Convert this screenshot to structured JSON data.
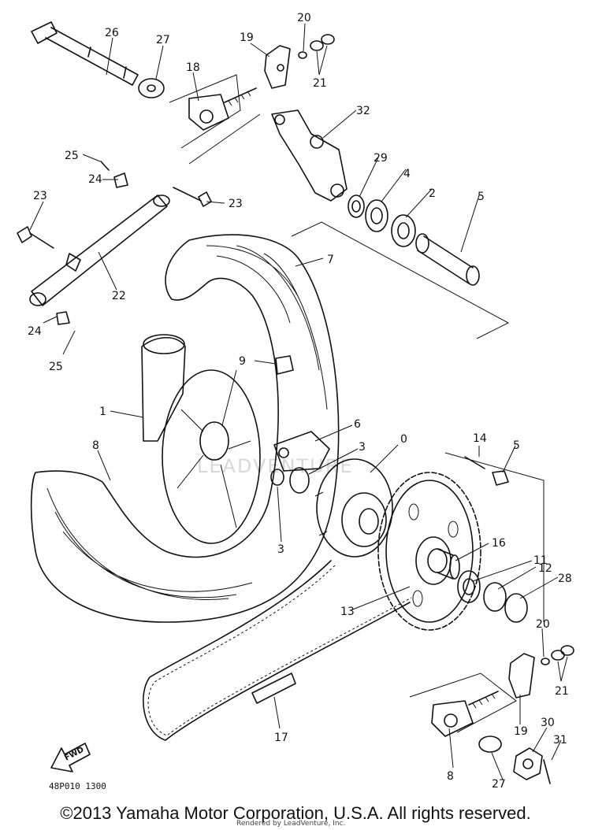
{
  "diagram": {
    "labels": {
      "p0": "0",
      "p1": "1",
      "p2": "2",
      "p3a": "3",
      "p3b": "3",
      "p4": "4",
      "p5a": "5",
      "p5b": "5",
      "p6": "6",
      "p7": "7",
      "p8a": "8",
      "p8b": "8",
      "p9": "9",
      "p11": "11",
      "p12": "12",
      "p13": "13",
      "p14": "14",
      "p16": "16",
      "p17": "17",
      "p18": "18",
      "p19a": "19",
      "p19b": "19",
      "p20a": "20",
      "p20b": "20",
      "p21a": "21",
      "p21b": "21",
      "p22": "22",
      "p23a": "23",
      "p23b": "23",
      "p24a": "24",
      "p24b": "24",
      "p25a": "25",
      "p25b": "25",
      "p26": "26",
      "p27a": "27",
      "p27b": "27",
      "p28": "28",
      "p29": "29",
      "p30": "30",
      "p31": "31",
      "p32": "32"
    },
    "fwd_label": "FWD",
    "drawing_code": "48P010 1300",
    "watermark": "LEADVENTURE",
    "small_credit": "Rendered by LeadVenture, Inc."
  },
  "footer": {
    "copyright": "©2013 Yamaha Motor Corporation, U.S.A. All rights reserved."
  }
}
